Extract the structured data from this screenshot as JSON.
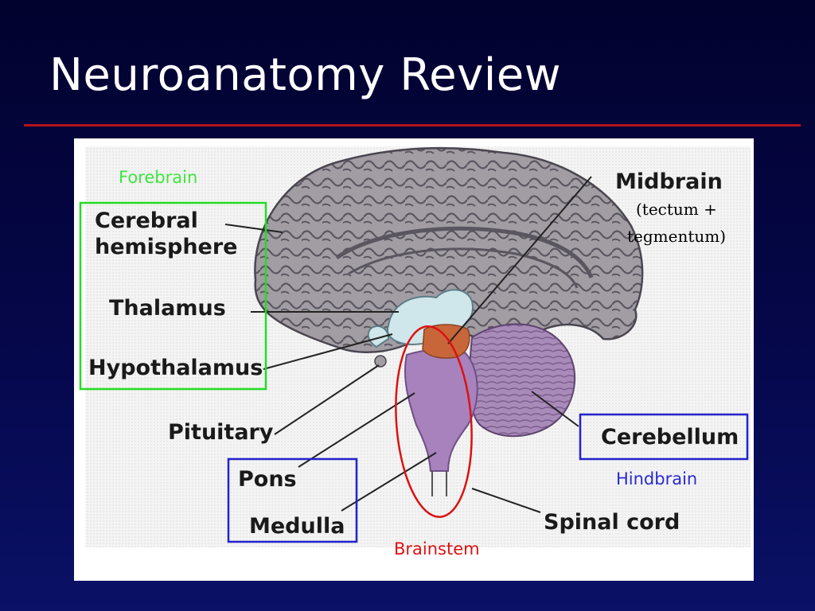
{
  "slide": {
    "title": "Neuroanatomy Review",
    "accent_rule_color": "#b5121b",
    "background_color": "#04063d"
  },
  "figure": {
    "structure_labels": {
      "cerebral_line1": "Cerebral",
      "cerebral_line2": "hemisphere",
      "thalamus": "Thalamus",
      "hypothalamus": "Hypothalamus",
      "pituitary": "Pituitary",
      "pons": "Pons",
      "medulla": "Medulla",
      "midbrain": "Midbrain",
      "midbrain_note_line1": "(tectum +",
      "midbrain_note_line2": "tegmentum)",
      "cerebellum": "Cerebellum",
      "spinal_cord": "Spinal cord"
    },
    "groupings": {
      "forebrain": {
        "label": "Forebrain",
        "color": "#22dd22"
      },
      "hindbrain": {
        "label": "Hindbrain",
        "color": "#2222cc"
      },
      "brainstem": {
        "label": "Brainstem",
        "color": "#dd1111"
      }
    }
  }
}
